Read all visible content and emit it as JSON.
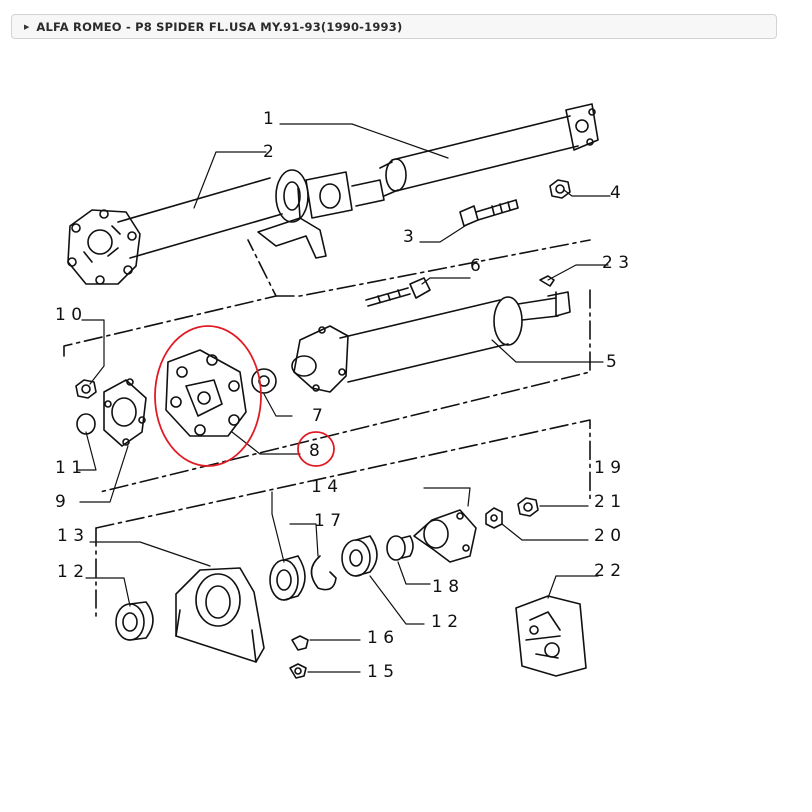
{
  "breadcrumb": {
    "icon": "triangle-right-icon",
    "text": "ALFA ROMEO - P8 SPIDER FL.USA MY.91-93(1990-1993)"
  },
  "diagram": {
    "highlight_color": "#e01b24",
    "labels": {
      "p1": "1",
      "p2": "2",
      "p3": "3",
      "p4": "4",
      "p5": "5",
      "p6": "6",
      "p7": "7",
      "p8": "8",
      "p9": "9",
      "p10": "1 0",
      "p11": "1 1",
      "p12a": "1 2",
      "p12b": "1 2",
      "p13": "1 3",
      "p14": "1 4",
      "p15": "1 5",
      "p16": "1 6",
      "p17": "1 7",
      "p18": "1 8",
      "p19": "1 9",
      "p20": "2 0",
      "p21": "2 1",
      "p22": "2 2",
      "p23": "2 3"
    }
  }
}
